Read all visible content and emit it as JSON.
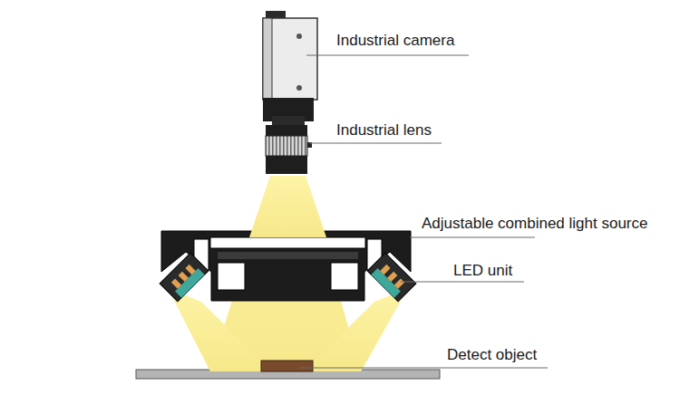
{
  "diagram": {
    "labels": [
      "Industrial camera",
      "Industrial lens",
      "Adjustable combined light source",
      "LED unit",
      "Detect object"
    ]
  }
}
